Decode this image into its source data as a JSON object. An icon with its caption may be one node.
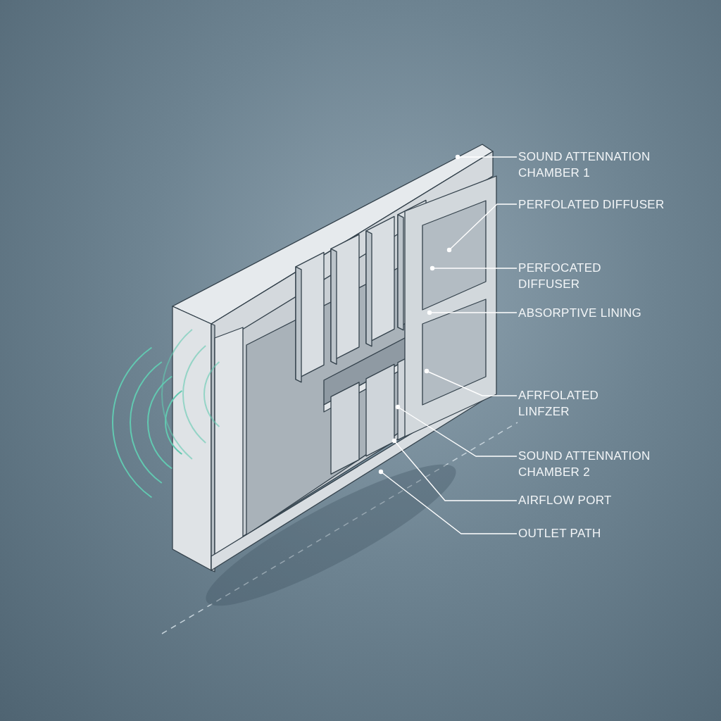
{
  "diagram": {
    "nodes": [
      {
        "text": [
          "SOUND ATTENNATION CHAMBER 1"
        ]
      },
      {
        "text": [
          "PERFOLATED DIFFUSER"
        ]
      },
      {
        "text": [
          "PERFOCATED DIFFUSER"
        ]
      },
      {
        "text": [
          "ABSORPTIVE LINING"
        ]
      },
      {
        "text": [
          "AFRFOLATED LINFZER"
        ]
      },
      {
        "text": [
          "SOUND ATTENNATION CHAMBER 2"
        ]
      },
      {
        "text": [
          "AIRFLOW PORT"
        ]
      },
      {
        "text": [
          "OUTLET PATH"
        ]
      }
    ],
    "edges": [
      {
        "from": 0,
        "to": null,
        "arrow": "other"
      },
      {
        "from": 1,
        "to": null,
        "arrow": "other"
      },
      {
        "from": 2,
        "to": null,
        "arrow": "other"
      },
      {
        "from": 3,
        "to": null,
        "arrow": "other"
      },
      {
        "from": 4,
        "to": null,
        "arrow": "other"
      },
      {
        "from": 5,
        "to": null,
        "arrow": "other"
      },
      {
        "from": 6,
        "to": null,
        "arrow": "other"
      },
      {
        "from": 7,
        "to": null,
        "arrow": "other"
      }
    ]
  }
}
